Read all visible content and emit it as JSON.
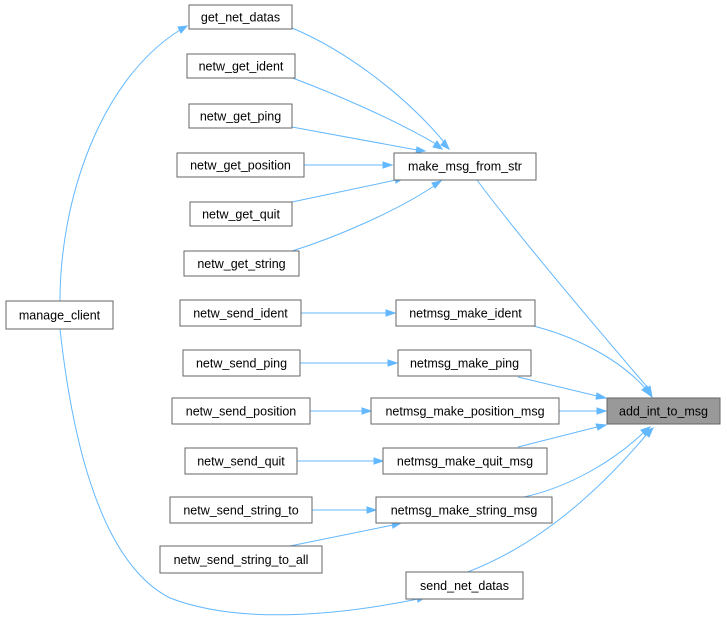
{
  "graph": {
    "nodes": {
      "add_int_to_msg": "add_int_to_msg",
      "get_net_datas": "get_net_datas",
      "netw_get_ident": "netw_get_ident",
      "netw_get_ping": "netw_get_ping",
      "netw_get_position": "netw_get_position",
      "make_msg_from_str": "make_msg_from_str",
      "netw_get_quit": "netw_get_quit",
      "netw_get_string": "netw_get_string",
      "manage_client": "manage_client",
      "netw_send_ident": "netw_send_ident",
      "netmsg_make_ident": "netmsg_make_ident",
      "netw_send_ping": "netw_send_ping",
      "netmsg_make_ping": "netmsg_make_ping",
      "netw_send_position": "netw_send_position",
      "netmsg_make_position_msg": "netmsg_make_position_msg",
      "netw_send_quit": "netw_send_quit",
      "netmsg_make_quit_msg": "netmsg_make_quit_msg",
      "netw_send_string_to": "netw_send_string_to",
      "netmsg_make_string_msg": "netmsg_make_string_msg",
      "netw_send_string_to_all": "netw_send_string_to_all",
      "send_net_datas": "send_net_datas"
    },
    "edges": [
      {
        "from": "get_net_datas",
        "to": "make_msg_from_str"
      },
      {
        "from": "netw_get_ident",
        "to": "make_msg_from_str"
      },
      {
        "from": "netw_get_ping",
        "to": "make_msg_from_str"
      },
      {
        "from": "netw_get_position",
        "to": "make_msg_from_str"
      },
      {
        "from": "netw_get_quit",
        "to": "make_msg_from_str"
      },
      {
        "from": "netw_get_string",
        "to": "make_msg_from_str"
      },
      {
        "from": "make_msg_from_str",
        "to": "add_int_to_msg"
      },
      {
        "from": "manage_client",
        "to": "get_net_datas"
      },
      {
        "from": "manage_client",
        "to": "send_net_datas"
      },
      {
        "from": "netw_send_ident",
        "to": "netmsg_make_ident"
      },
      {
        "from": "netmsg_make_ident",
        "to": "add_int_to_msg"
      },
      {
        "from": "netw_send_ping",
        "to": "netmsg_make_ping"
      },
      {
        "from": "netmsg_make_ping",
        "to": "add_int_to_msg"
      },
      {
        "from": "netw_send_position",
        "to": "netmsg_make_position_msg"
      },
      {
        "from": "netmsg_make_position_msg",
        "to": "add_int_to_msg"
      },
      {
        "from": "netw_send_quit",
        "to": "netmsg_make_quit_msg"
      },
      {
        "from": "netmsg_make_quit_msg",
        "to": "add_int_to_msg"
      },
      {
        "from": "netw_send_string_to",
        "to": "netmsg_make_string_msg"
      },
      {
        "from": "netw_send_string_to_all",
        "to": "netmsg_make_string_msg"
      },
      {
        "from": "netmsg_make_string_msg",
        "to": "add_int_to_msg"
      },
      {
        "from": "send_net_datas",
        "to": "add_int_to_msg"
      }
    ],
    "colors": {
      "edge": "#63b8ff",
      "node_border": "#666666",
      "root_fill": "#999999",
      "node_fill": "#ffffff"
    }
  }
}
